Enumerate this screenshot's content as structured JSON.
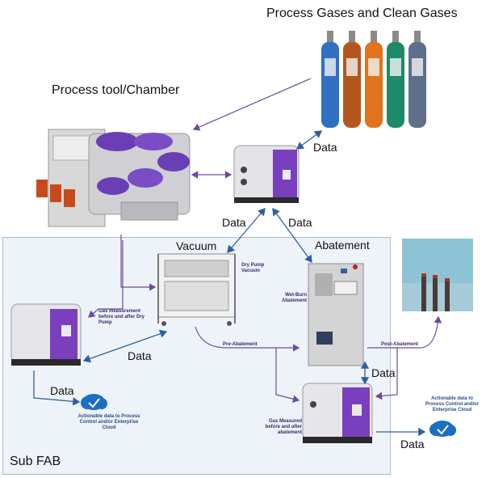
{
  "titles": {
    "gases": "Process Gases and Clean Gases",
    "tool": "Process tool/Chamber",
    "vacuum": "Vacuum",
    "abatement": "Abatement",
    "subfab": "Sub FAB"
  },
  "data_labels": {
    "gas_analyzer": "Data",
    "top_left": "Data",
    "top_right": "Data",
    "left_unit": "Data",
    "left_cloud": "Data",
    "right_vertical": "Data",
    "bottom_right": "Data"
  },
  "notes": {
    "dry_pump": "Dry Pump Vacuum",
    "wet_burn": "Wet-Burn Abatement",
    "gas_measurement": "Gas measurement before and after Dry Pump",
    "pre_abatement": "Pre-Abatement",
    "post_abatement": "Post-Abatement",
    "gas_measured": "Gas Measured before and after abatement",
    "cloud_left": "Actionable data to Process Control and/or Enterprise Cloud",
    "cloud_right": "Actionable data to Process Control and/or Enterprise Cloud"
  },
  "cylinders": [
    {
      "color": "#2f6fc4"
    },
    {
      "color": "#b5561f"
    },
    {
      "color": "#e0731c"
    },
    {
      "color": "#1f8a6a"
    },
    {
      "color": "#5d6f8a"
    }
  ],
  "colors": {
    "arrow_purple": "#6e4a9e",
    "arrow_blue": "#2f5f9e",
    "analyzer_purple": "#7a3fbf",
    "cloud_blue": "#1b6fc2"
  }
}
